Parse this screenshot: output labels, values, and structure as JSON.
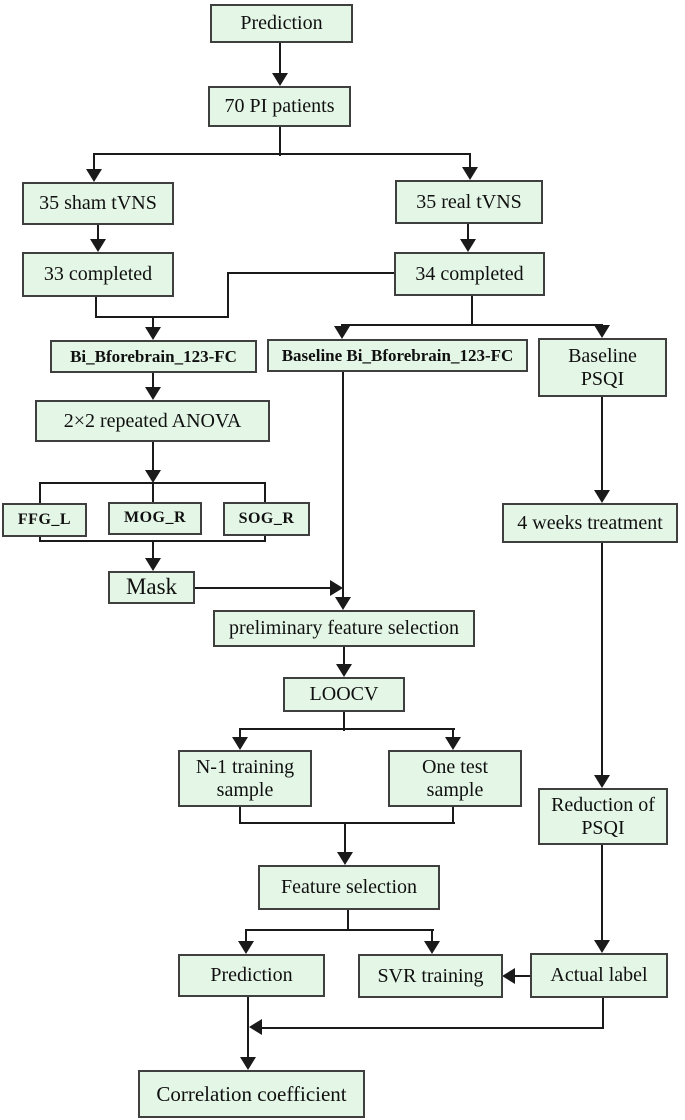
{
  "figure": {
    "description": "Flowchart of tVNS prediction analysis pipeline",
    "colors": {
      "box-fill": "#e4f6e6",
      "box-border": "#3f3f3f",
      "line": "#1a1a1a",
      "text": "#101010",
      "bg": "#ffffff"
    }
  },
  "nodes": {
    "prediction_top": "Prediction",
    "pi_patients": "70 PI patients",
    "sham_tvns": "35 sham tVNS",
    "real_tvns": "35 real tVNS",
    "completed_33": "33 completed",
    "completed_34": "34 completed",
    "fc": "Bi_Bforebrain_123-FC",
    "baseline_fc": "Baseline Bi_Bforebrain_123-FC",
    "baseline_psqi": {
      "lines": [
        "Baseline",
        "PSQI"
      ]
    },
    "anova": "2×2 repeated ANOVA",
    "ffg_l": "FFG_L",
    "mog_r": "MOG_R",
    "sog_r": "SOG_R",
    "mask": "Mask",
    "weeks_treatment": "4 weeks treatment",
    "prelim_selection": "preliminary feature selection",
    "loocv": "LOOCV",
    "n1_training": {
      "lines": [
        "N-1 training",
        "sample"
      ]
    },
    "one_test": {
      "lines": [
        "One test",
        "sample"
      ]
    },
    "reduction_psqi": {
      "lines": [
        "Reduction of",
        "PSQI"
      ]
    },
    "feature_selection": "Feature selection",
    "prediction_bottom": "Prediction",
    "svr_training": "SVR training",
    "actual_label": "Actual label",
    "correlation": "Correlation coefficient"
  }
}
